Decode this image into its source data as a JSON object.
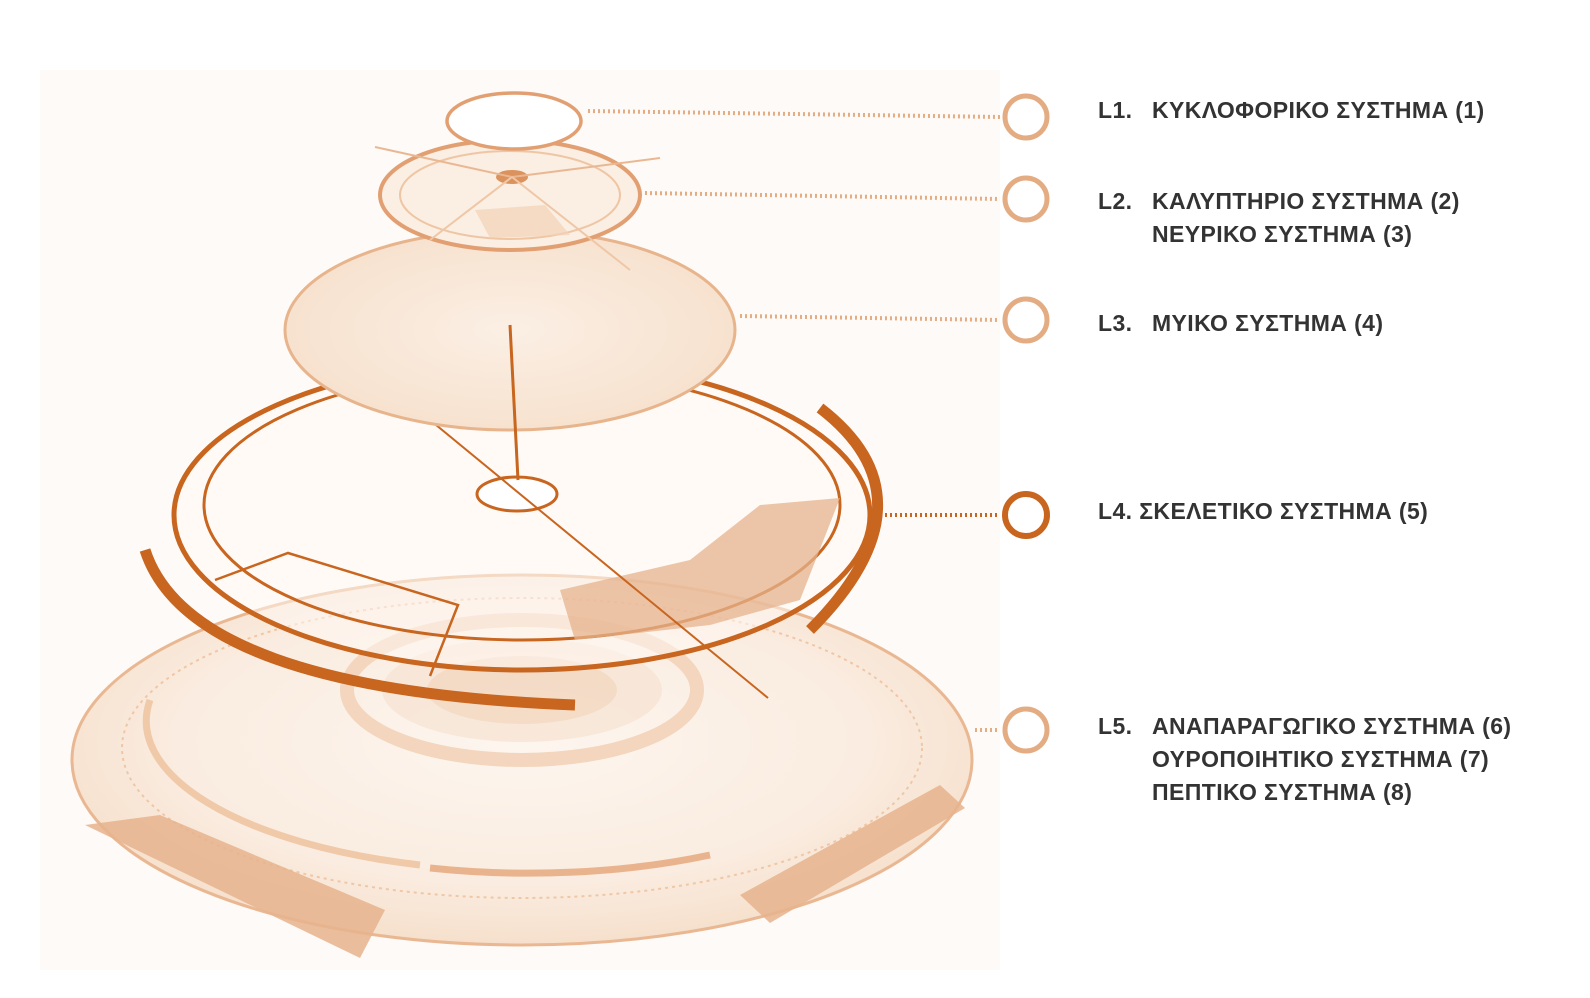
{
  "colors": {
    "accent": "#c8651f",
    "light": "#e8b48d",
    "pale": "#f6e3d2",
    "text": "#333333"
  },
  "layers": [
    {
      "id": "L1",
      "code": "L1.",
      "systems": [
        "ΚΥΚΛΟΦΟΡΙΚΟ ΣΥΣΤΗΜΑ (1)"
      ]
    },
    {
      "id": "L2",
      "code": "L2.",
      "systems": [
        "ΚΑΛΥΠΤΗΡΙΟ ΣΥΣΤΗΜΑ (2)",
        "ΝΕΥΡΙΚΟ ΣΥΣΤΗΜΑ (3)"
      ]
    },
    {
      "id": "L3",
      "code": "L3.",
      "systems": [
        "ΜΥΙΚΟ ΣΥΣΤΗΜΑ (4)"
      ]
    },
    {
      "id": "L4",
      "code": "L4.",
      "systems": [
        "ΣΚΕΛΕΤΙΚΟ ΣΥΣΤΗΜΑ (5)"
      ]
    },
    {
      "id": "L5",
      "code": "L5.",
      "systems": [
        "ΑΝΑΠΑΡΑΓΩΓΙΚΟ ΣΥΣΤΗΜΑ (6)",
        "ΟΥΡΟΠΟΙΗΤΙΚΟ ΣΥΣΤΗΜΑ (7)",
        "ΠΕΠΤΙΚΟ ΣΥΣΤΗΜΑ (8)"
      ]
    }
  ]
}
